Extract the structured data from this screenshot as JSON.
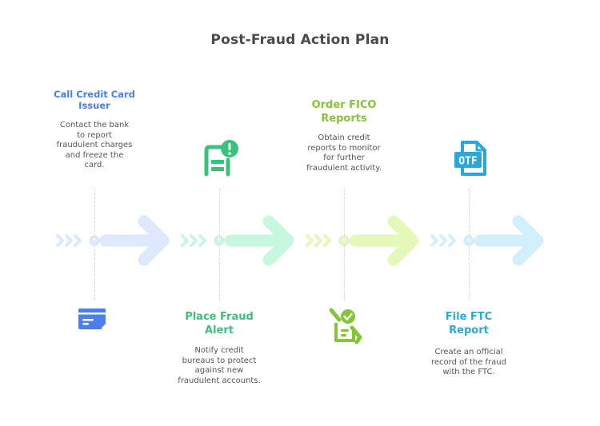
{
  "title": "Post-Fraud Action Plan",
  "steps": [
    {
      "title": "Call Credit Card Issuer",
      "title_lines": [
        "Call Credit Card",
        "Issuer"
      ],
      "description": "Contact the bank to report fraudulent charges and freeze the card.",
      "desc_lines": [
        "Contact the bank",
        "to report",
        "fraudulent charges",
        "and freeze the",
        "card."
      ],
      "icon": "credit-card-icon",
      "text_position": "top",
      "color": "#4a80e8",
      "arrow_color": "#dce8fb"
    },
    {
      "title": "Place Fraud Alert",
      "title_lines": [
        "Place Fraud",
        "Alert"
      ],
      "description": "Notify credit bureaus to protect against new fraudulent accounts.",
      "desc_lines": [
        "Notify credit",
        "bureaus to protect",
        "against new",
        "fraudulent accounts."
      ],
      "icon": "alert-document-icon",
      "text_position": "bottom",
      "color": "#3cc17c",
      "arrow_color": "#c8f7df"
    },
    {
      "title": "Order FICO Reports",
      "title_lines": [
        "Order FICO",
        "Reports"
      ],
      "description": "Obtain credit reports to monitor for further fraudulent activity.",
      "desc_lines": [
        "Obtain credit",
        "reports to monitor",
        "for further",
        "fraudulent activity."
      ],
      "icon": "approved-report-icon",
      "text_position": "top",
      "color": "#86c43a",
      "arrow_color": "#e4f8b8"
    },
    {
      "title": "File FTC Report",
      "title_lines": [
        "File FTC",
        "Report"
      ],
      "description": "Create an official record of the fraud with the FTC.",
      "desc_lines": [
        "Create an official",
        "record of the fraud",
        "with the FTC."
      ],
      "icon": "otf-file-icon",
      "text_position": "bottom",
      "color": "#2aa8dc",
      "arrow_color": "#d2f0fb"
    }
  ]
}
